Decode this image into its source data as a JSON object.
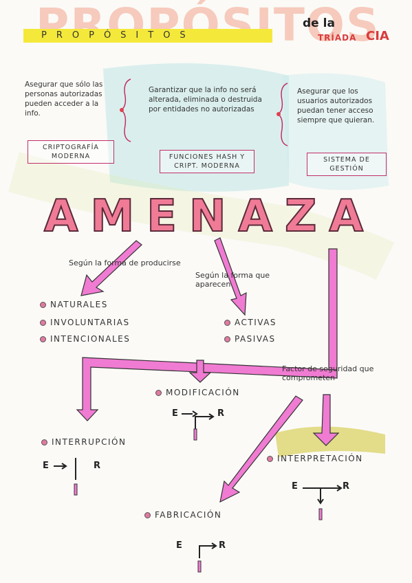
{
  "header": {
    "title_big": "PROPÓSITOS",
    "title_band": "PROPÓSITOS",
    "dela": "de la",
    "triada": "TRÍADA",
    "cia": "CIA"
  },
  "purposes": [
    {
      "text": "Asegurar que sólo las personas autorizadas pueden acceder a la info.",
      "tag": "CRIPTOGRAFÍA MODERNA"
    },
    {
      "text": "Garantizar que la info no será alterada, eliminada o destruida por entidades no autorizadas",
      "tag": "FUNCIONES HASH Y CRIPT. MODERNA"
    },
    {
      "text": "Asegurar que los usuarios autorizados puedan tener acceso siempre que quieran.",
      "tag": "SISTEMA DE GESTIÓN"
    }
  ],
  "threat": {
    "word": "AMENAZA"
  },
  "branches": {
    "by_production_label": "Según la forma de producirse",
    "by_appearance_label": "Según la forma que aparecen",
    "security_factor_label": "Factor de seguridad que comprometen"
  },
  "by_production_items": [
    "NATURALES",
    "INVOLUNTARIAS",
    "INTENCIONALES"
  ],
  "by_appearance_items": [
    "ACTIVAS",
    "PASIVAS"
  ],
  "factors": {
    "modificacion": "MODIFICACIÓN",
    "interrupcion": "INTERRUPCIÓN",
    "interpretacion": "INTERPRETACIÓN",
    "fabricacion": "FABRICACIÓN"
  },
  "diagram_letters": {
    "e": "E",
    "r": "R",
    "i": "I"
  },
  "colors": {
    "pink": "#f07bd2",
    "rose": "#f07b96",
    "yellow": "#f4e93a",
    "crimson": "#c22d6a"
  }
}
